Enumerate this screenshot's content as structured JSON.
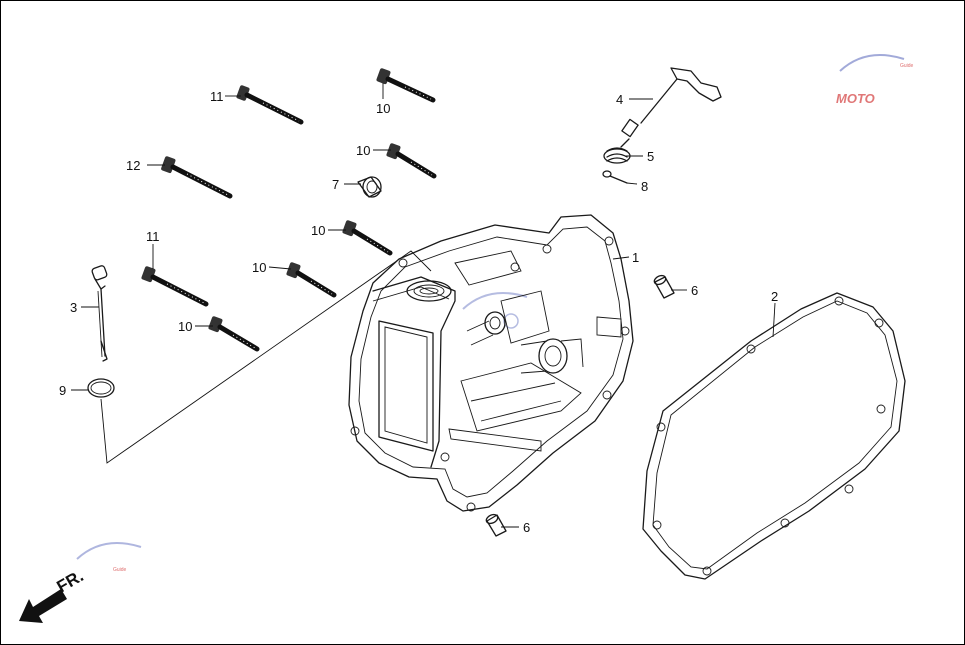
{
  "callouts": [
    {
      "id": "c1",
      "label": "1"
    },
    {
      "id": "c2",
      "label": "2"
    },
    {
      "id": "c3",
      "label": "3"
    },
    {
      "id": "c4",
      "label": "4"
    },
    {
      "id": "c5",
      "label": "5"
    },
    {
      "id": "c6a",
      "label": "6"
    },
    {
      "id": "c6b",
      "label": "6"
    },
    {
      "id": "c7",
      "label": "7"
    },
    {
      "id": "c8",
      "label": "8"
    },
    {
      "id": "c9",
      "label": "9"
    },
    {
      "id": "c10a",
      "label": "10"
    },
    {
      "id": "c10b",
      "label": "10"
    },
    {
      "id": "c10c",
      "label": "10"
    },
    {
      "id": "c10d",
      "label": "10"
    },
    {
      "id": "c10e",
      "label": "10"
    },
    {
      "id": "c11a",
      "label": "11"
    },
    {
      "id": "c11b",
      "label": "11"
    },
    {
      "id": "c12",
      "label": "12"
    }
  ],
  "direction_label": "FR.",
  "watermark": {
    "text": "MOTO",
    "sub": "Guide"
  },
  "colors": {
    "line": "#1a1a1a",
    "watermark": "#d64a4a",
    "background": "#ffffff"
  }
}
